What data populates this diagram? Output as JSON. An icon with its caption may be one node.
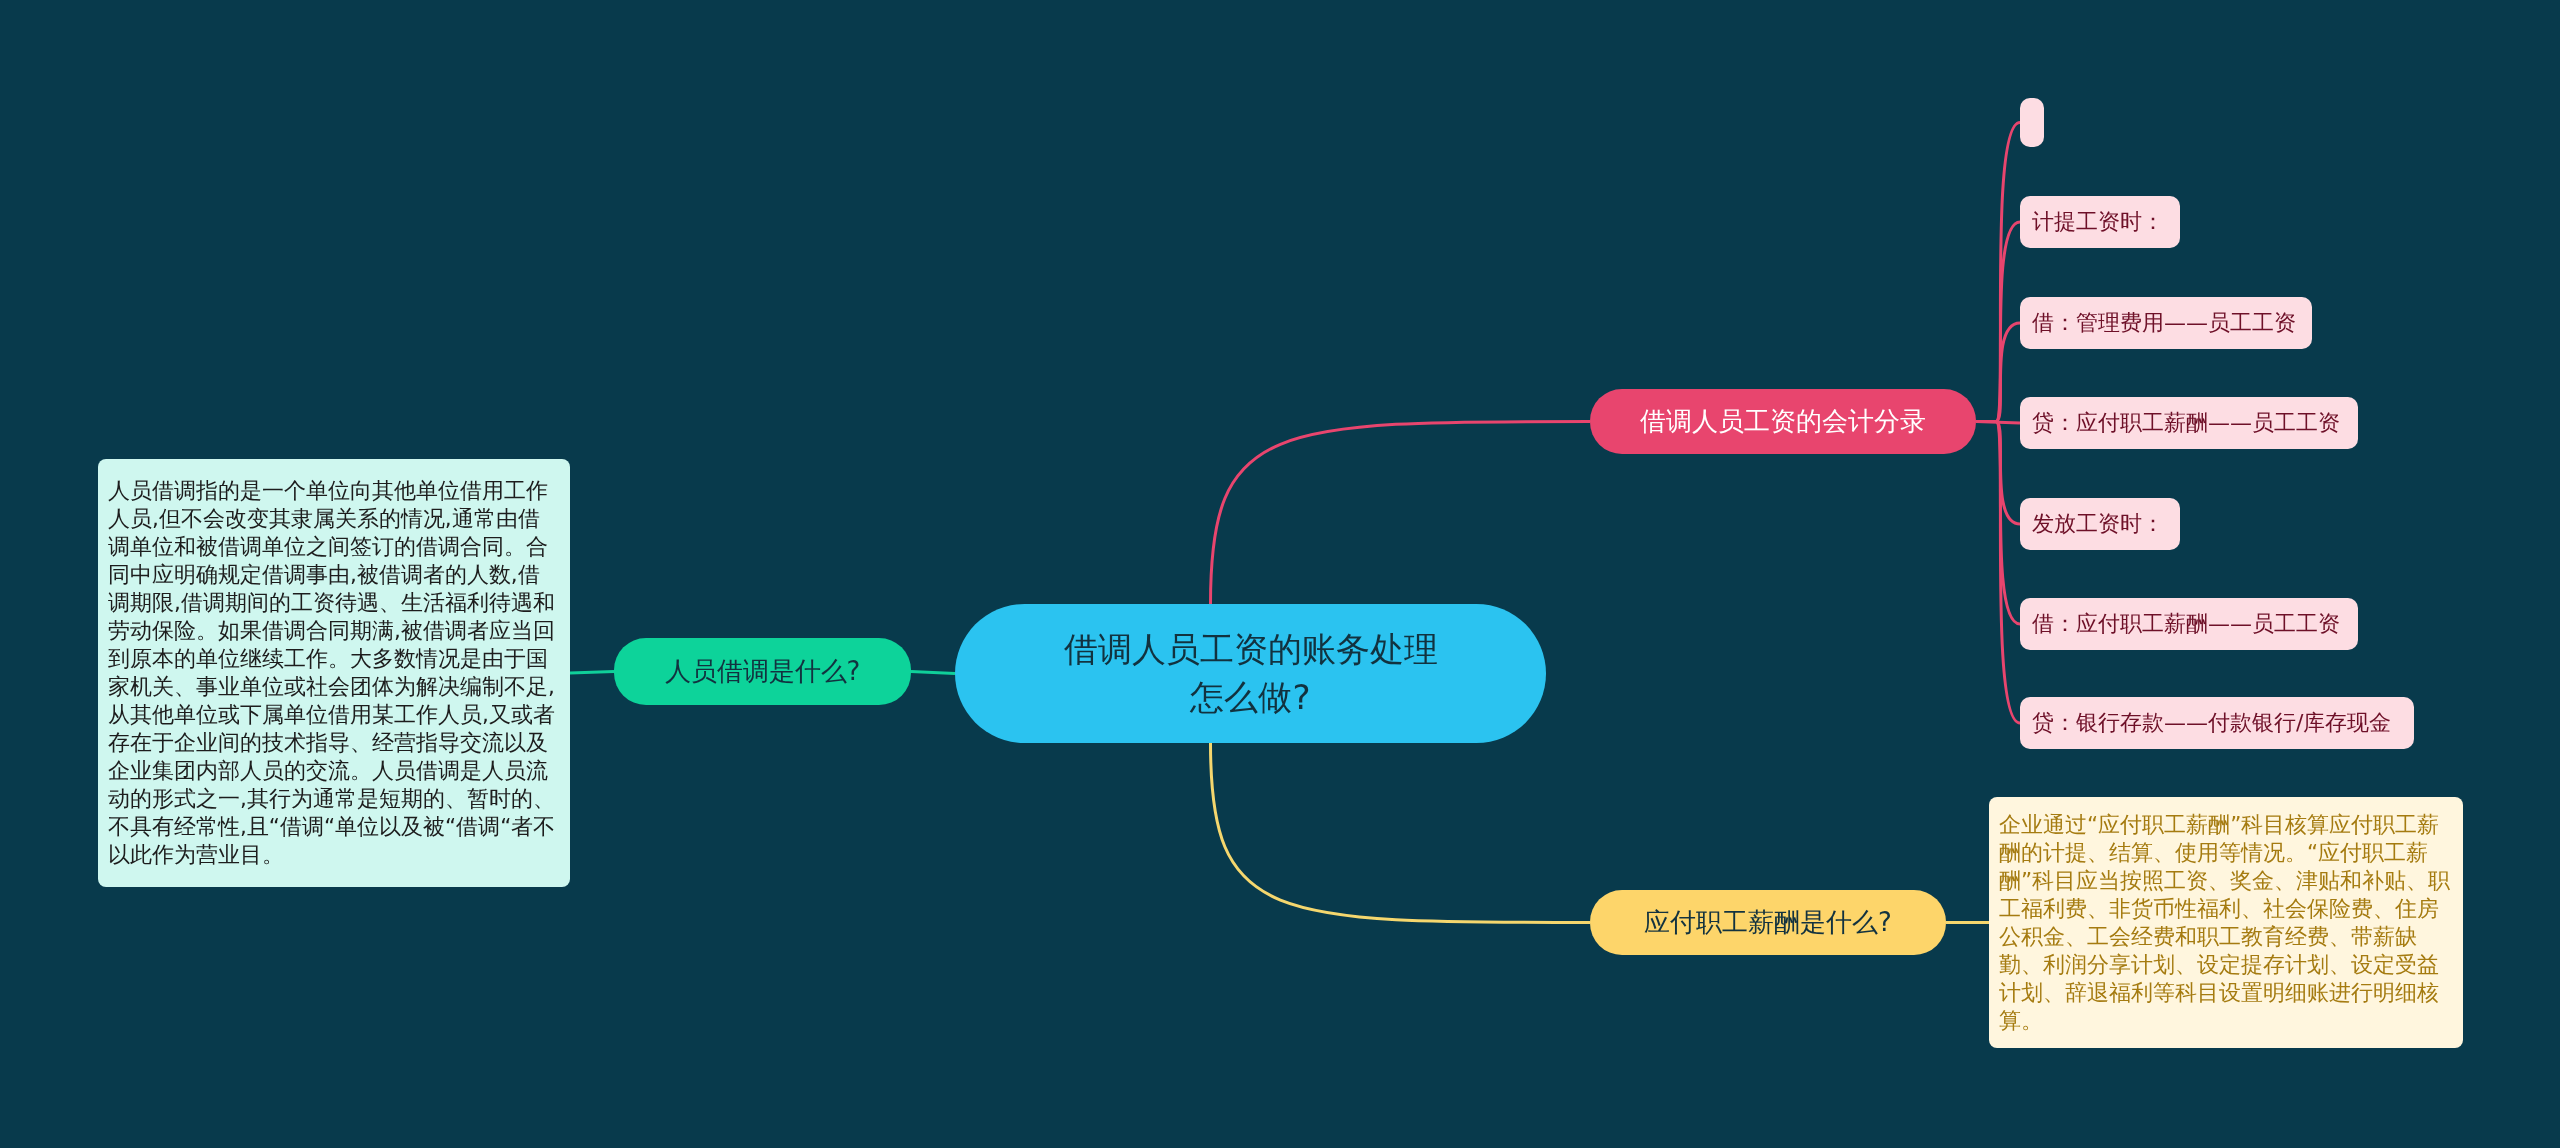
{
  "diagram": {
    "nodes": [
      {
        "text": [
          "借调人员工资的账务处理怎么做?"
        ]
      },
      {
        "text": [
          "借调人员工资的会计分录"
        ]
      },
      {
        "text": [],
        "shape": "box"
      },
      {
        "text": [
          "计提工资时："
        ]
      },
      {
        "text": [
          "借：管理费用——员工工资"
        ]
      },
      {
        "text": [
          "贷：应付职工薪酬——员工工资"
        ]
      },
      {
        "text": [
          "发放工资时："
        ]
      },
      {
        "text": [
          "借：应付职工薪酬——员工工资"
        ]
      },
      {
        "text": [
          "贷：银行存款——付款银行/库存现金"
        ]
      },
      {
        "text": [
          "人员借调是什么?"
        ]
      },
      {
        "text": [
          "人员借调指的是一个单位向其他单位借用工作人员,但不会改变其隶属关系的情况,通常由借调单位和被借调单位之间签订的借调合同。合同中应明确规定借调事由,被借调者的人数,借调期限,借调期间的工资待遇、生活福利待遇和劳动保险。如果借调合同期满,被借调者应当回到原本的单位继续工作。大多数情况是由于国家机关、事业单位或社会团体为解决编制不足,从其他单位或下属单位借用某工作人员,又或者存在于企业间的技术指导、经营指导交流以及企业集团内部人员的交流。人员借调是人员流动的形式之一,其行为通常是短期的、暂时的、不具有经常性,且“借调“单位以及被“借调“者不以此作为营业目。"
        ]
      },
      {
        "text": [
          "应付职工薪酬是什么?"
        ]
      },
      {
        "text": [
          "企业通过“应付职工薪酬”科目核算应付职工薪酬的计提、结算、使用等情况。“应付职工薪酬”科目应当按照工资、奖金、津贴和补贴、职工福利费、非货币性福利、社会保险费、住房公积金、工会经费和职工教育经费、带薪缺勤、利润分享计划、设定提存计划、设定受益计划、辞退福利等科目设置明细账进行明细核算。"
        ]
      }
    ],
    "edges": [
      {
        "from": 0,
        "to": 1,
        "arrow": "none"
      },
      {
        "from": 1,
        "to": 2,
        "arrow": "none"
      },
      {
        "from": 1,
        "to": 3,
        "arrow": "none"
      },
      {
        "from": 1,
        "to": 4,
        "arrow": "none"
      },
      {
        "from": 1,
        "to": 5,
        "arrow": "none"
      },
      {
        "from": 1,
        "to": 6,
        "arrow": "none"
      },
      {
        "from": 1,
        "to": 7,
        "arrow": "none"
      },
      {
        "from": 1,
        "to": 8,
        "arrow": "none"
      },
      {
        "from": 0,
        "to": 9,
        "arrow": "none",
        "color": "#10d09a"
      },
      {
        "from": 9,
        "to": 10,
        "arrow": "none",
        "color": "#10d09a"
      },
      {
        "from": 0,
        "to": 11,
        "arrow": "none",
        "color": "#f5d76e"
      },
      {
        "from": 11,
        "to": 12,
        "arrow": "none",
        "color": "#f5d76e"
      }
    ]
  }
}
